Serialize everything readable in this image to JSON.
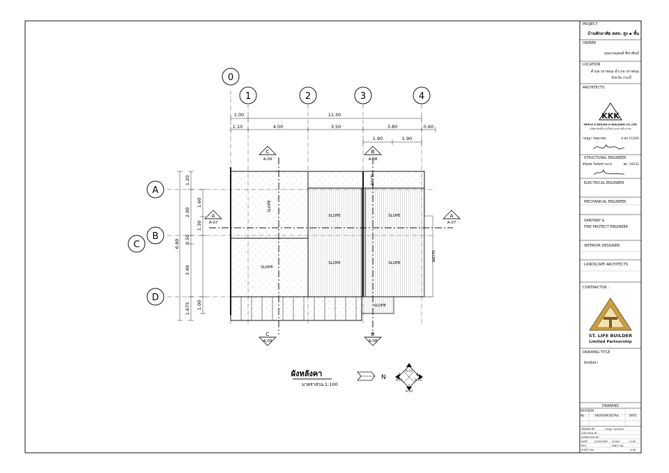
{
  "plan": {
    "axes_top": [
      "1",
      "2",
      "3",
      "4"
    ],
    "axis_zero": "0",
    "axes_left": [
      "A",
      "B",
      "C",
      "D"
    ],
    "dims_top_row1": [
      "1.00",
      "11.30"
    ],
    "dims_top_row2": [
      "1.10",
      "4.00",
      "3.50",
      "3.80",
      "0.60"
    ],
    "dims_top_row3": [
      "1.90",
      "1.90"
    ],
    "dims_left_col1": [
      "1.20",
      "2.90",
      "0.50",
      "3.40",
      "1.675"
    ],
    "dims_left_col2": [
      "1.60",
      "1.30",
      "1.00"
    ],
    "dim_left_total": "6.80",
    "slope_label": "SLOPE",
    "section_c": {
      "letter": "C",
      "sheet": "A-09"
    },
    "section_b": {
      "letter": "B",
      "sheet": "A-08"
    },
    "section_a": {
      "letter": "A",
      "sheet": "A-07"
    },
    "drawing_title": "ผังหลังคา",
    "scale_label": "มาตราส่วน",
    "scale_value": "1:100",
    "north": "N",
    "key_numbers": [
      "3",
      "4",
      "1",
      "2"
    ],
    "key_sheets": [
      "A-12",
      "A-13",
      "A-10",
      "A-11"
    ]
  },
  "title_block": {
    "project_label": "PROJECT",
    "project_value": "บ้านพักอาศัย คสล. สูง ๑ ชั้น",
    "owner_label": "OWNER",
    "owner_value": "คุณกรณุพงศ์ พิชาพันธ์",
    "location_label": "LOCATION",
    "location_line1": "ตำบล เขาพนม อำเภอ เขาพนม",
    "location_line2": "จังหวัด กระบี่",
    "architects_label": "ARCHITECTS",
    "firm_name": "TRIPLE K DESIGN & BUILDING CO.,LTD.",
    "firm_sub": "บริษัท ทริปเปิ้ล เค ดีไซน์ แอนด์ บิวดิ้ง จำกัด",
    "arch_person": "กฤษฎา รอดเกษม",
    "arch_license": "ภ-สถ 21269",
    "structural_label": "STRUCTURAL ENGINEER",
    "struct_person": "ธีรยุทธ วิลลัยชาวนาฤ",
    "struct_license": "สย. 10532",
    "electrical_label": "ELECTRICAL ENGINEER",
    "mechanical_label": "MECHANICAL ENGINEER",
    "sanitary_label": "SANITARY &",
    "fire_label": "FIRE PROTECT ENGINEER",
    "interior_label": "INTERIOR DESIGNER",
    "landscape_label": "LANDSCAPE ARCHITECTS",
    "contractor_label": "CONTRACTOR :",
    "contractor_name": "ST. LIFE BUILDER",
    "contractor_sub": "Limited Partnership",
    "drawing_title_label": "DRAWING TITLE",
    "drawing_title_value": "ผังหลังคา",
    "drawing_label": "DRAWING",
    "revision_label": "REVISION",
    "no_label": "No.",
    "revision_detail_label": "REVISION DETAIL",
    "date_label": "DATE",
    "drawn_by_label": "DRAWN BY :",
    "drawn_by_value": "กฤษฎา รอดเกษม",
    "checked_by_label": "CHECKED BY :",
    "approved_by_label": "APPROVED BY :",
    "date_row_label": "DATE",
    "date_value": "15/05/2567",
    "scale_row_label": "SCALE",
    "scale_row_value": "1:100",
    "rev_label": "REV.",
    "dwg_no_label": "DWG. No.",
    "sheet_no_label": "SHEET No.",
    "sheet_no_value": "A-06"
  },
  "colors": {
    "line": "#111111",
    "hatch": "#9a9a9a",
    "gold": "#c8a040",
    "gold_dark": "#7a5a20",
    "red": "#cc2222"
  }
}
